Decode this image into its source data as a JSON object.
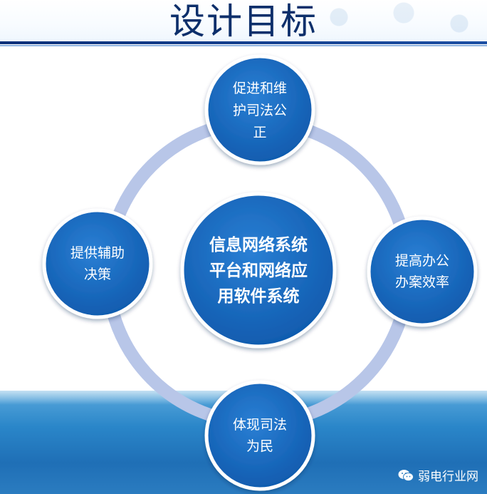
{
  "title": "设计目标",
  "center": {
    "text": "信息网络系统\n平台和网络应\n用软件系统"
  },
  "nodes": {
    "top": "促进和维\n护司法公\n正",
    "right": "提高办公\n办案效率",
    "bottom": "体现司法\n为民",
    "left": "提供辅助\n决策"
  },
  "watermark": {
    "text": "弱电行业网"
  },
  "colors": {
    "title": "#0d2f6b",
    "node_fill": "#1565c0",
    "ring": "#b8c6e8"
  }
}
